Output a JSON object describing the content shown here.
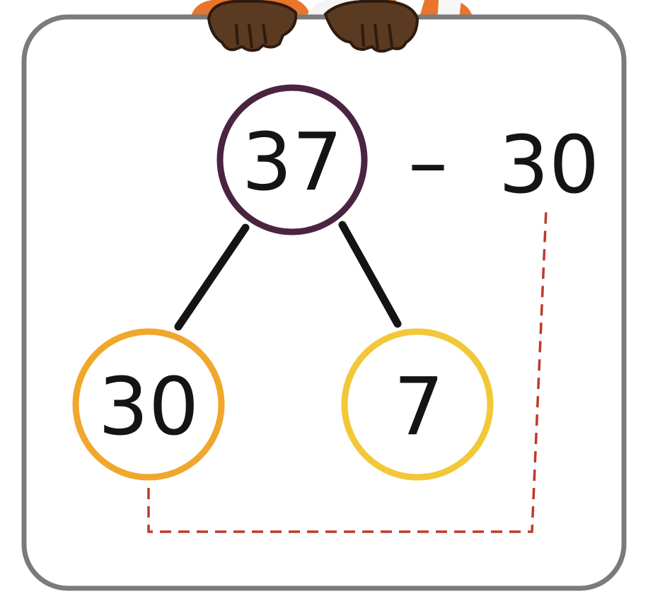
{
  "top_circle": {
    "value": "37",
    "color": "#4a2440"
  },
  "expression": {
    "operator": "–",
    "subtrahend": "30"
  },
  "part_left": {
    "value": "30",
    "color": "#f0a72c"
  },
  "part_right": {
    "value": "7",
    "color": "#f2c838"
  },
  "colors": {
    "card_border": "#7b7b7b",
    "connector_line": "#141414",
    "dashed_link": "#c0392b",
    "character_hands": "#5b3a22",
    "character_shirt": "#e8762a"
  },
  "icons": {
    "character": "tiger-hands-icon"
  }
}
